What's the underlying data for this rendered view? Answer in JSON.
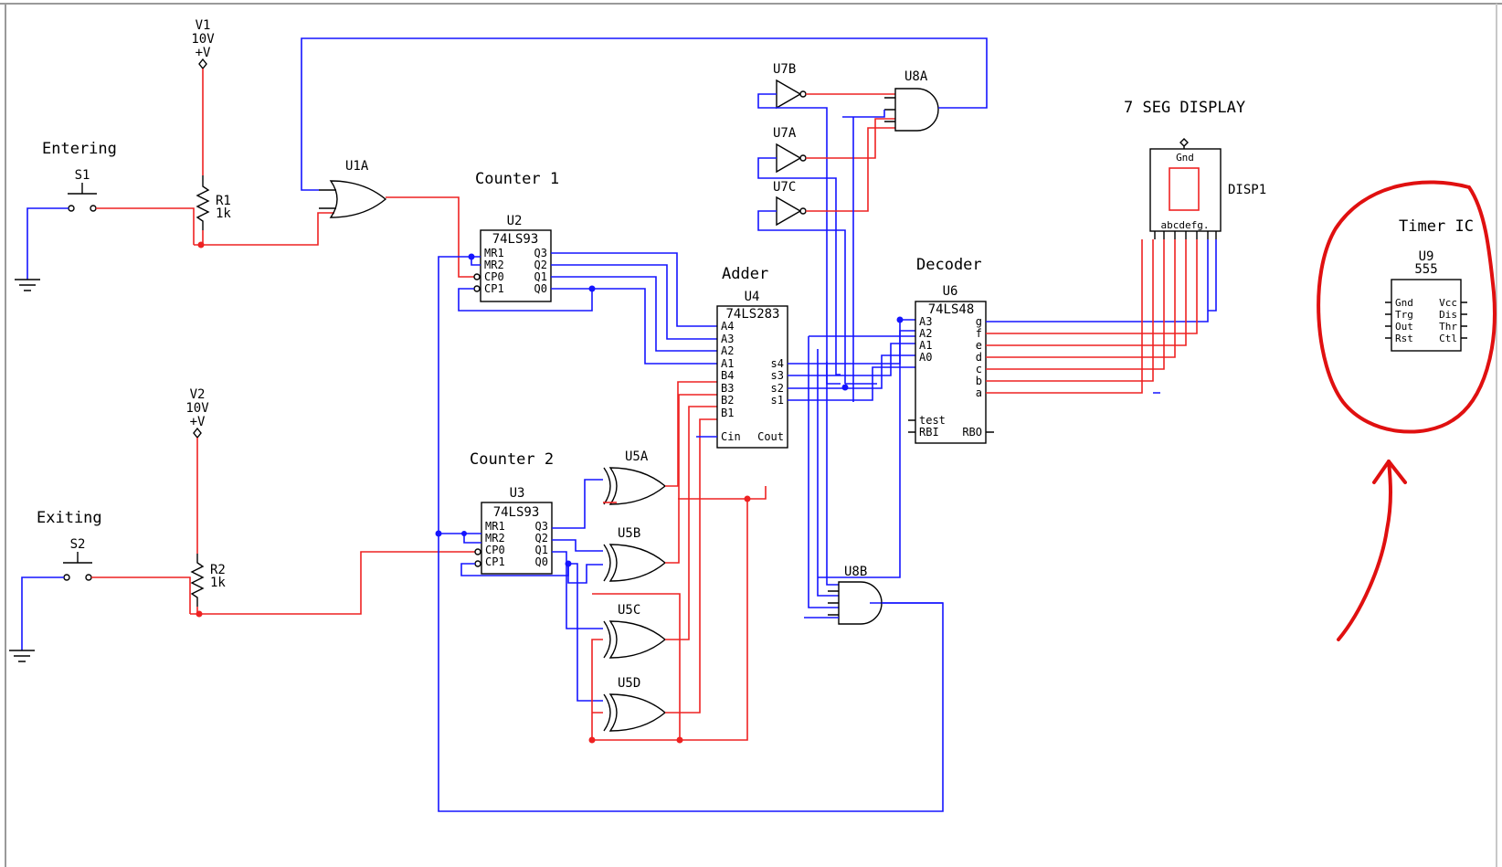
{
  "supplies": {
    "v1": {
      "name": "V1",
      "voltage": "10V",
      "symbol": "+V"
    },
    "v2": {
      "name": "V2",
      "voltage": "10V",
      "symbol": "+V"
    }
  },
  "switches": {
    "s1": {
      "caption": "Entering",
      "name": "S1"
    },
    "s2": {
      "caption": "Exiting",
      "name": "S2"
    }
  },
  "resistors": {
    "r1": {
      "name": "R1",
      "value": "1k"
    },
    "r2": {
      "name": "R2",
      "value": "1k"
    }
  },
  "gates": {
    "u1a": "U1A",
    "u7b": "U7B",
    "u7a": "U7A",
    "u7c": "U7C",
    "u8a": "U8A",
    "u8b": "U8B",
    "u5a": "U5A",
    "u5b": "U5B",
    "u5c": "U5C",
    "u5d": "U5D"
  },
  "counter1": {
    "caption": "Counter 1",
    "ref": "U2",
    "part": "74LS93",
    "pins_left": [
      "MR1",
      "MR2",
      "CP0",
      "CP1"
    ],
    "pins_right": [
      "Q3",
      "Q2",
      "Q1",
      "Q0"
    ]
  },
  "counter2": {
    "caption": "Counter 2",
    "ref": "U3",
    "part": "74LS93",
    "pins_left": [
      "MR1",
      "MR2",
      "CP0",
      "CP1"
    ],
    "pins_right": [
      "Q3",
      "Q2",
      "Q1",
      "Q0"
    ]
  },
  "adder": {
    "caption": "Adder",
    "ref": "U4",
    "part": "74LS283",
    "pins_left": [
      "A4",
      "A3",
      "A2",
      "A1",
      "B4",
      "B3",
      "B2",
      "B1"
    ],
    "pins_right": [
      "s4",
      "s3",
      "s2",
      "s1"
    ],
    "cin": "Cin",
    "cout": "Cout"
  },
  "decoder": {
    "caption": "Decoder",
    "ref": "U6",
    "part": "74LS48",
    "pins_left": [
      "A3",
      "A2",
      "A1",
      "A0"
    ],
    "pins_right": [
      "g",
      "f",
      "e",
      "d",
      "c",
      "b",
      "a"
    ],
    "test": "test",
    "rbi": "RBI",
    "rbo": "RBO"
  },
  "display": {
    "caption": "7 SEG DISPLAY",
    "ref": "DISP1",
    "gnd": "Gnd",
    "segments": "abcdefg."
  },
  "timer": {
    "caption": "Timer IC",
    "ref": "U9",
    "part": "555",
    "pins_left": [
      "Gnd",
      "Trg",
      "Out",
      "Rst"
    ],
    "pins_right": [
      "Vcc",
      "Dis",
      "Thr",
      "Ctl"
    ]
  },
  "colors": {
    "wire_blue": "#1515ff",
    "wire_red": "#ee2222",
    "annotation": "#e01010"
  }
}
